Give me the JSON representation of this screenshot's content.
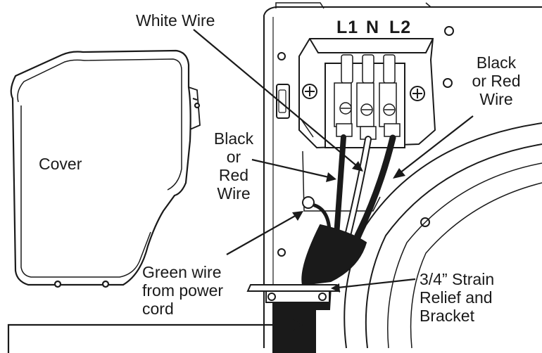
{
  "labels": {
    "white_wire": "White Wire",
    "terminal_l1": "L1",
    "terminal_n": "N",
    "terminal_l2": "L2",
    "right_wire": [
      "Black",
      "or Red",
      "Wire"
    ],
    "left_wire": [
      "Black",
      "or",
      "Red",
      "Wire"
    ],
    "cover": "Cover",
    "green_wire": [
      "Green wire",
      "from power",
      "cord"
    ],
    "strain_relief": [
      "3/4” Strain",
      "Relief and",
      "Bracket"
    ]
  },
  "colors": {
    "ink": "#1a1a1a",
    "panel": "#ffffff",
    "cord": "#1a1a1a"
  }
}
